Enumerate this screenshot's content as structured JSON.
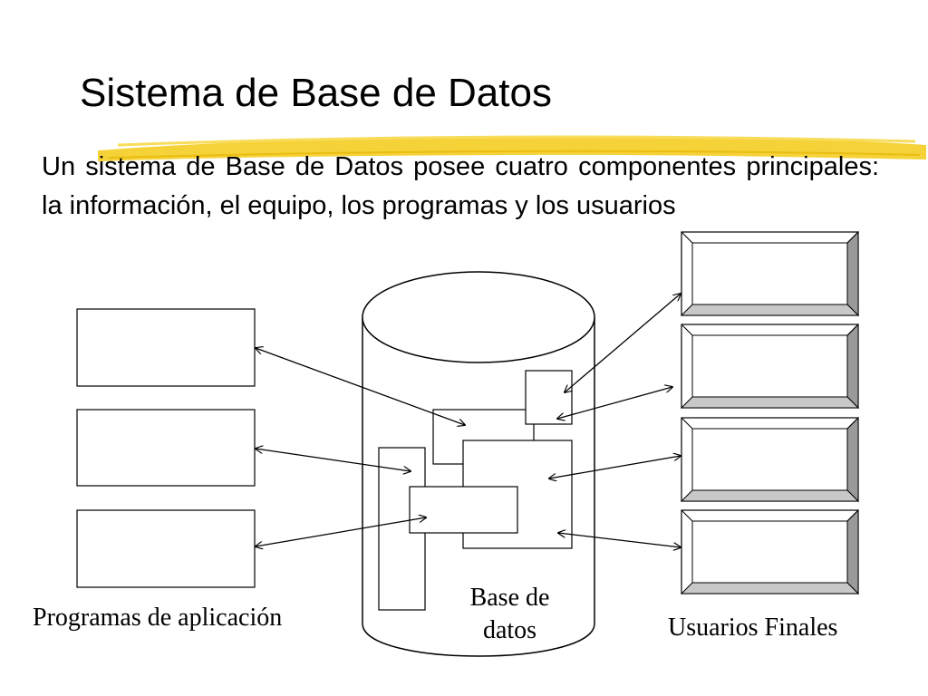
{
  "slide": {
    "title": "Sistema de Base de Datos",
    "body": "Un sistema de Base de Datos posee cuatro componentes principales: la información, el equipo, los programas y los usuarios"
  },
  "diagram": {
    "applications_label": "Programas de aplicación",
    "database_label": "Base de datos",
    "users_label": "Usuarios Finales",
    "application_box_count": 3,
    "user_box_count": 4
  },
  "colors": {
    "highlight": "#f5cd24",
    "bevel_dark": "#9a9a9a",
    "line": "#000000"
  }
}
